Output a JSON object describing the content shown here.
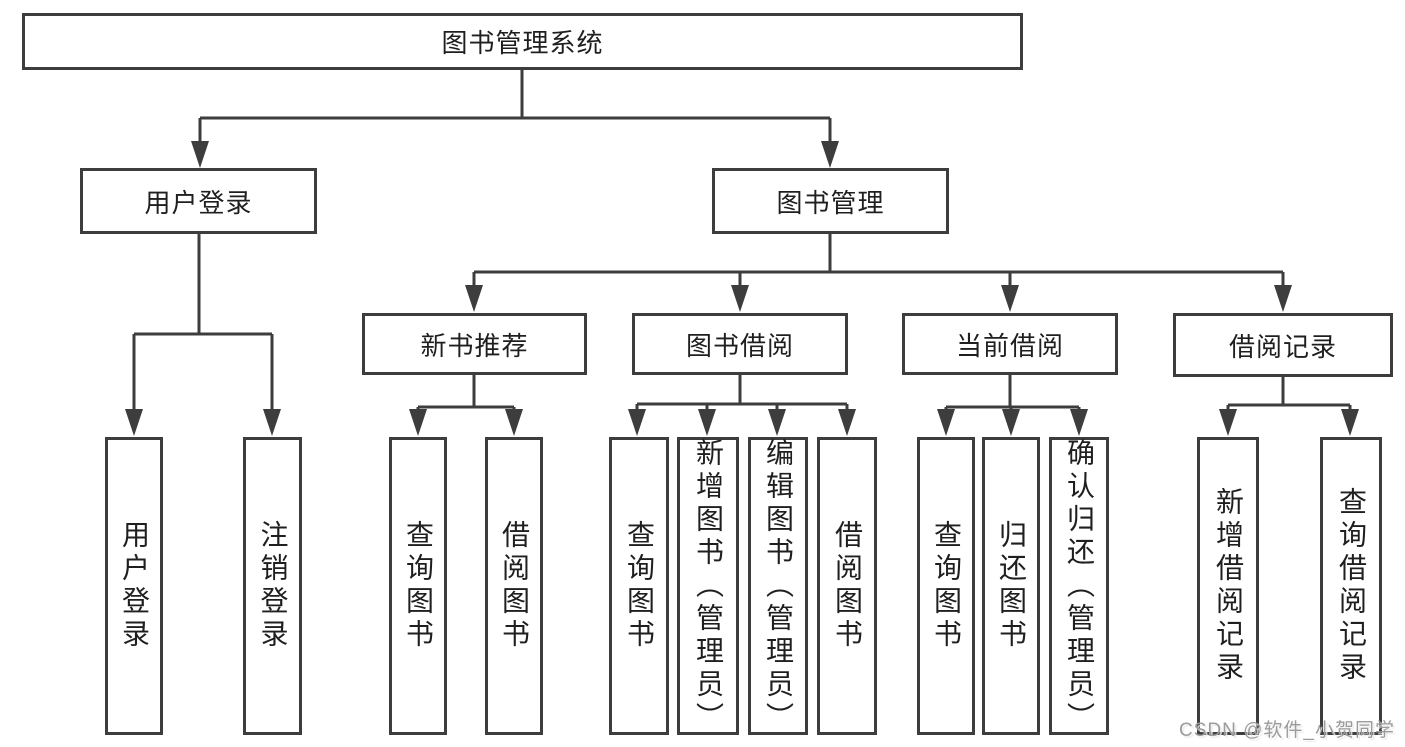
{
  "colors": {
    "line": "#3d3d3d",
    "text": "#1f1f1f",
    "watermark": "#9c9c9c"
  },
  "watermark": "CSDN @软件_小贺同学",
  "tree": {
    "root": {
      "label": "图书管理系统",
      "children": [
        {
          "label": "用户登录",
          "children": [
            {
              "label": "用户登录"
            },
            {
              "label": "注销登录"
            }
          ]
        },
        {
          "label": "图书管理",
          "children": [
            {
              "label": "新书推荐",
              "children": [
                {
                  "label": "查询图书"
                },
                {
                  "label": "借阅图书"
                }
              ]
            },
            {
              "label": "图书借阅",
              "children": [
                {
                  "label": "查询图书"
                },
                {
                  "label": "新增图书（管理员）"
                },
                {
                  "label": "编辑图书（管理员）"
                },
                {
                  "label": "借阅图书"
                }
              ]
            },
            {
              "label": "当前借阅",
              "children": [
                {
                  "label": "查询图书"
                },
                {
                  "label": "归还图书"
                },
                {
                  "label": "确认归还（管理员）"
                }
              ]
            },
            {
              "label": "借阅记录",
              "children": [
                {
                  "label": "新增借阅记录"
                },
                {
                  "label": "查询借阅记录"
                }
              ]
            }
          ]
        }
      ]
    }
  }
}
